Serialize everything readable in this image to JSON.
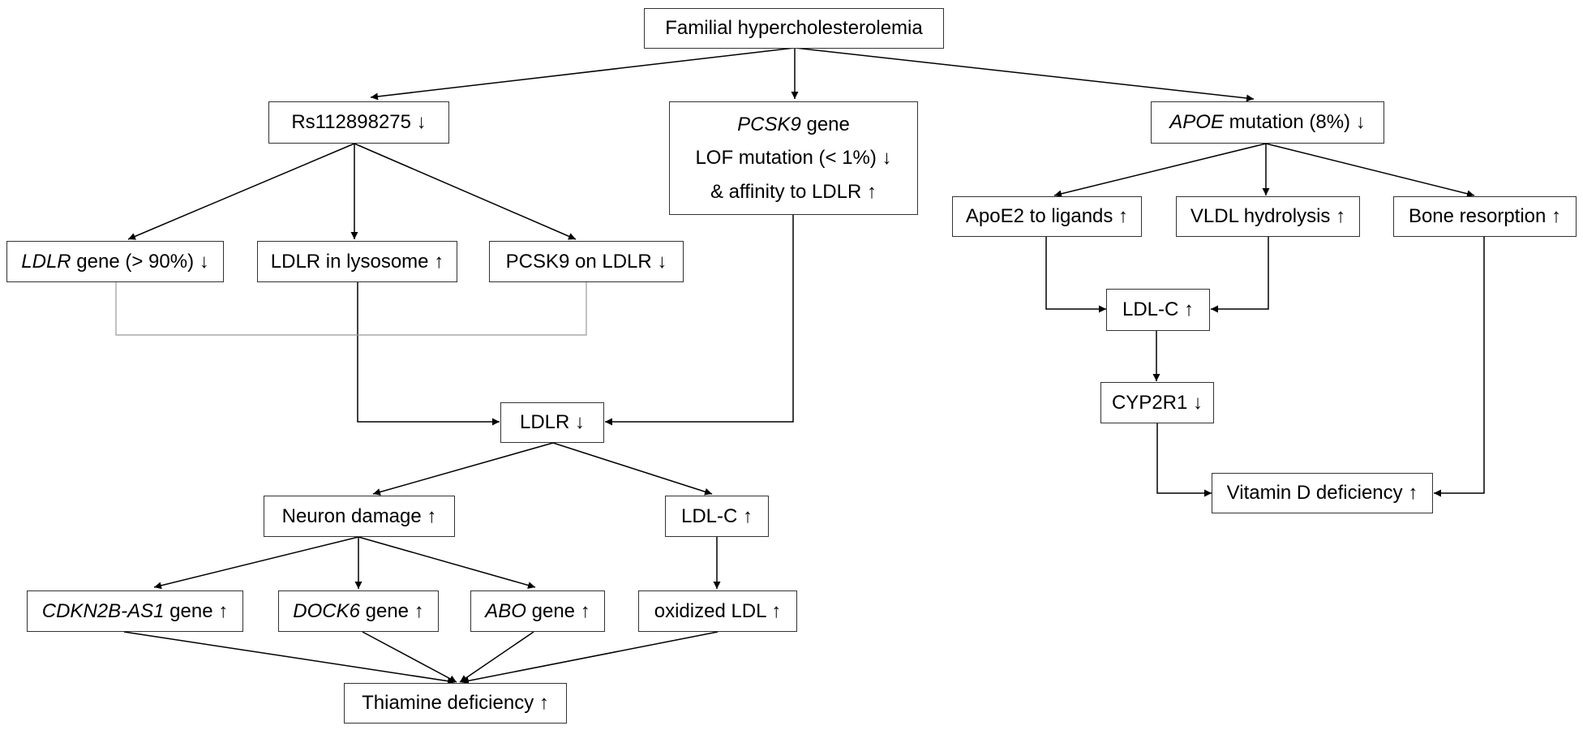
{
  "diagram": {
    "nodes": {
      "familial_hypercholesterolemia": {
        "text": "Familial hypercholesterolemia"
      },
      "rs112898275": {
        "text": "Rs112898275 ↓"
      },
      "pcsk9_gene": {
        "gene": "PCSK9",
        "gene_suffix": " gene",
        "line2": "LOF mutation (< 1%) ↓",
        "line3": "& affinity to LDLR ↑"
      },
      "apoe_mutation": {
        "gene": "APOE",
        "suffix": " mutation (8%) ↓"
      },
      "ldlr_gene": {
        "gene": "LDLR",
        "suffix": " gene (> 90%) ↓"
      },
      "ldlr_in_lysosome": {
        "text": "LDLR in lysosome ↑"
      },
      "pcsk9_on_ldlr": {
        "text": "PCSK9 on LDLR ↓"
      },
      "apoe2_to_ligands": {
        "text": "ApoE2 to ligands ↑"
      },
      "vldl_hydrolysis": {
        "text": "VLDL hydrolysis ↑"
      },
      "bone_resorption": {
        "text": "Bone resorption ↑"
      },
      "ldl_c_right": {
        "text": "LDL-C ↑"
      },
      "cyp2r1": {
        "text": "CYP2R1 ↓"
      },
      "vitamin_d_deficiency": {
        "text": "Vitamin D deficiency ↑"
      },
      "ldlr": {
        "text": "LDLR ↓"
      },
      "neuron_damage": {
        "text": "Neuron damage ↑"
      },
      "ldl_c_left": {
        "text": "LDL-C ↑"
      },
      "cdkn2b_as1_gene": {
        "gene": "CDKN2B-AS1",
        "suffix": " gene ↑"
      },
      "dock6_gene": {
        "gene": "DOCK6",
        "suffix": " gene ↑"
      },
      "abo_gene": {
        "gene": "ABO",
        "suffix": " gene ↑"
      },
      "oxidized_ldl": {
        "text": "oxidized LDL ↑"
      },
      "thiamine_deficiency": {
        "text": "Thiamine deficiency ↑"
      }
    },
    "colors": {
      "line": "#000000",
      "grouping_line": "#999999",
      "box_border": "#333333",
      "background": "#ffffff"
    }
  }
}
